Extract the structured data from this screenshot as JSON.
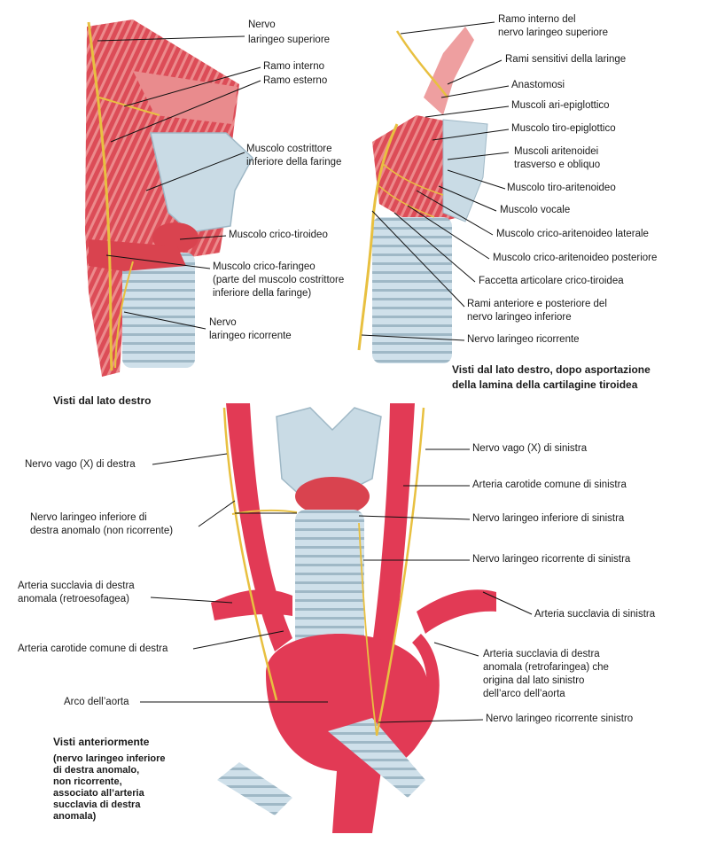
{
  "panels": {
    "top_left": {
      "caption": "Visti dal lato destro",
      "labels": {
        "nervo_laringeo_superiore": [
          "Nervo",
          "laringeo superiore"
        ],
        "ramo_interno": "Ramo interno",
        "ramo_esterno": "Ramo esterno",
        "costrittore": [
          "Muscolo costrittore",
          "inferiore della faringe"
        ],
        "crico_tiroideo": "Muscolo crico-tiroideo",
        "crico_faringeo": [
          "Muscolo crico-faringeo",
          "(parte del muscolo costrittore",
          "inferiore della faringe)"
        ],
        "ricorrente": [
          "Nervo",
          "laringeo ricorrente"
        ]
      }
    },
    "top_right": {
      "caption": [
        "Visti dal lato destro, dopo asportazione",
        "della lamina della cartilagine tiroidea"
      ],
      "labels": {
        "ramo_interno": [
          "Ramo interno del",
          "nervo laringeo superiore"
        ],
        "rami_sensitivi": "Rami sensitivi della laringe",
        "anastomosi": "Anastomosi",
        "ari_epiglottico": "Muscoli ari-epiglottico",
        "tiro_epiglottico": "Muscolo tiro-epiglottico",
        "aritenoidei": [
          "Muscoli aritenoidei",
          "trasverso e obliquo"
        ],
        "tiro_aritenoideo": "Muscolo tiro-aritenoideo",
        "vocale": "Muscolo vocale",
        "crico_ar_laterale": "Muscolo crico-aritenoideo laterale",
        "crico_ar_posteriore": "Muscolo crico-aritenoideo posteriore",
        "faccetta": "Faccetta articolare crico-tiroidea",
        "rami_ant_post": [
          "Rami anteriore e posteriore del",
          "nervo laringeo inferiore"
        ],
        "ricorrente": "Nervo laringeo ricorrente"
      }
    },
    "bottom": {
      "caption": "Visti anteriormente",
      "subcaption": [
        "(nervo laringeo inferiore",
        "di destra anomalo,",
        "non ricorrente,",
        "associato all’arteria",
        "succlavia di destra",
        "anomala)"
      ],
      "labels": {
        "vago_destra": "Nervo vago (X) di destra",
        "lar_inf_destra": [
          "Nervo laringeo inferiore di",
          "destra anomalo (non ricorrente)"
        ],
        "succlavia_destra": [
          "Arteria succlavia di destra",
          "anomala (retroesofagea)"
        ],
        "carotide_destra": "Arteria carotide comune di destra",
        "arco_aorta": "Arco dell’aorta",
        "vago_sinistra": "Nervo vago (X) di sinistra",
        "carotide_sinistra": "Arteria carotide comune di sinistra",
        "lar_inf_sinistra": "Nervo laringeo inferiore di sinistra",
        "ricorrente_sinistra": "Nervo laringeo ricorrente di sinistra",
        "succlavia_sinistra": "Arteria succlavia di sinistra",
        "succlavia_destra_retro": [
          "Arteria succlavia di destra",
          "anomala (retrofaringea) che",
          "origina dal lato sinistro",
          "dell’arco dell’aorta"
        ],
        "ricorrente_sinistro": "Nervo laringeo ricorrente sinistro"
      }
    }
  },
  "colors": {
    "muscle": "#d9434f",
    "muscle_light": "#ec8a8c",
    "artery": "#e23a55",
    "cartilage": "#c9dbe5",
    "cartilage_dark": "#9fb8c6",
    "nerve": "#e8c040",
    "line": "#111111"
  }
}
